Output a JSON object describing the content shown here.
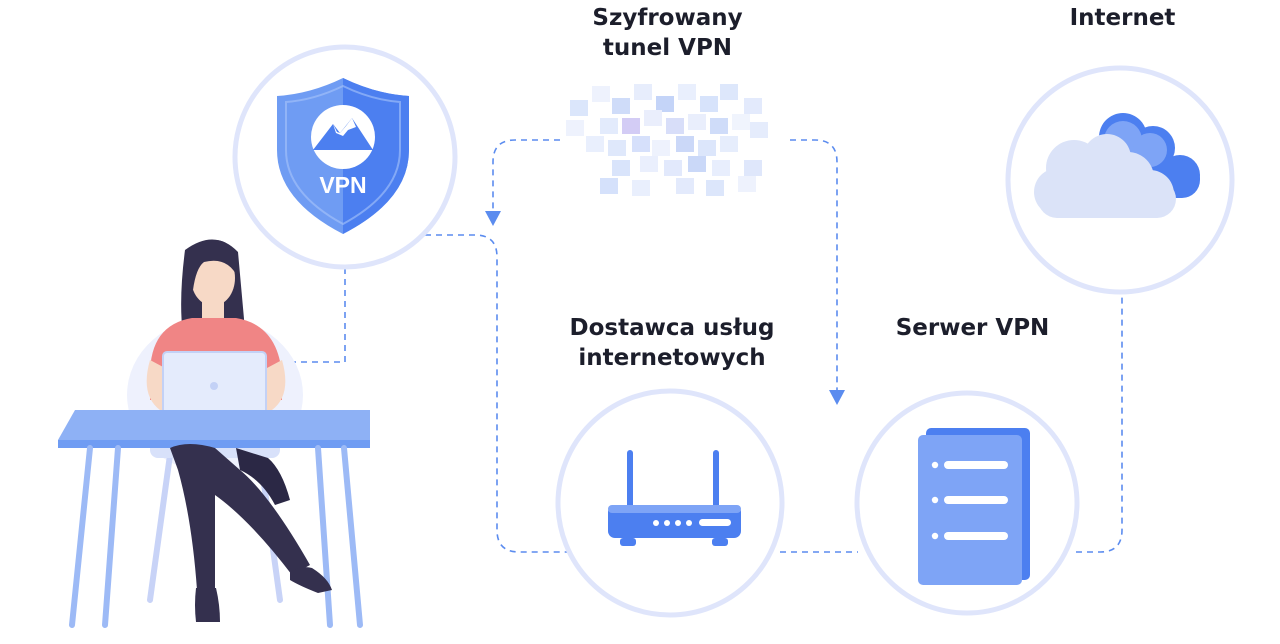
{
  "colors": {
    "ring": "#dfe5fb",
    "accent": "#4c7ff0",
    "accent_light": "#7ea4f6",
    "connector": "#5b8cef",
    "desk": "#8eb1f5",
    "shirt": "#f08585",
    "hair": "#34304e",
    "skin": "#f7d9c6",
    "text": "#1c1e2b"
  },
  "nodes": {
    "vpn_shield": {
      "icon": "vpn-shield-icon",
      "badge": "VPN"
    },
    "tunnel": {
      "title_lines": [
        "Szyfrowany",
        "tunel VPN"
      ],
      "icon": "encrypted-pixels"
    },
    "internet": {
      "title": "Internet",
      "icon": "cloud-icon"
    },
    "isp": {
      "title_lines": [
        "Dostawca usług",
        "internetowych"
      ],
      "icon": "router-icon"
    },
    "vpn_server": {
      "title": "Serwer VPN",
      "icon": "server-icon"
    },
    "user": {
      "icon": "woman-at-laptop-illustration"
    }
  }
}
